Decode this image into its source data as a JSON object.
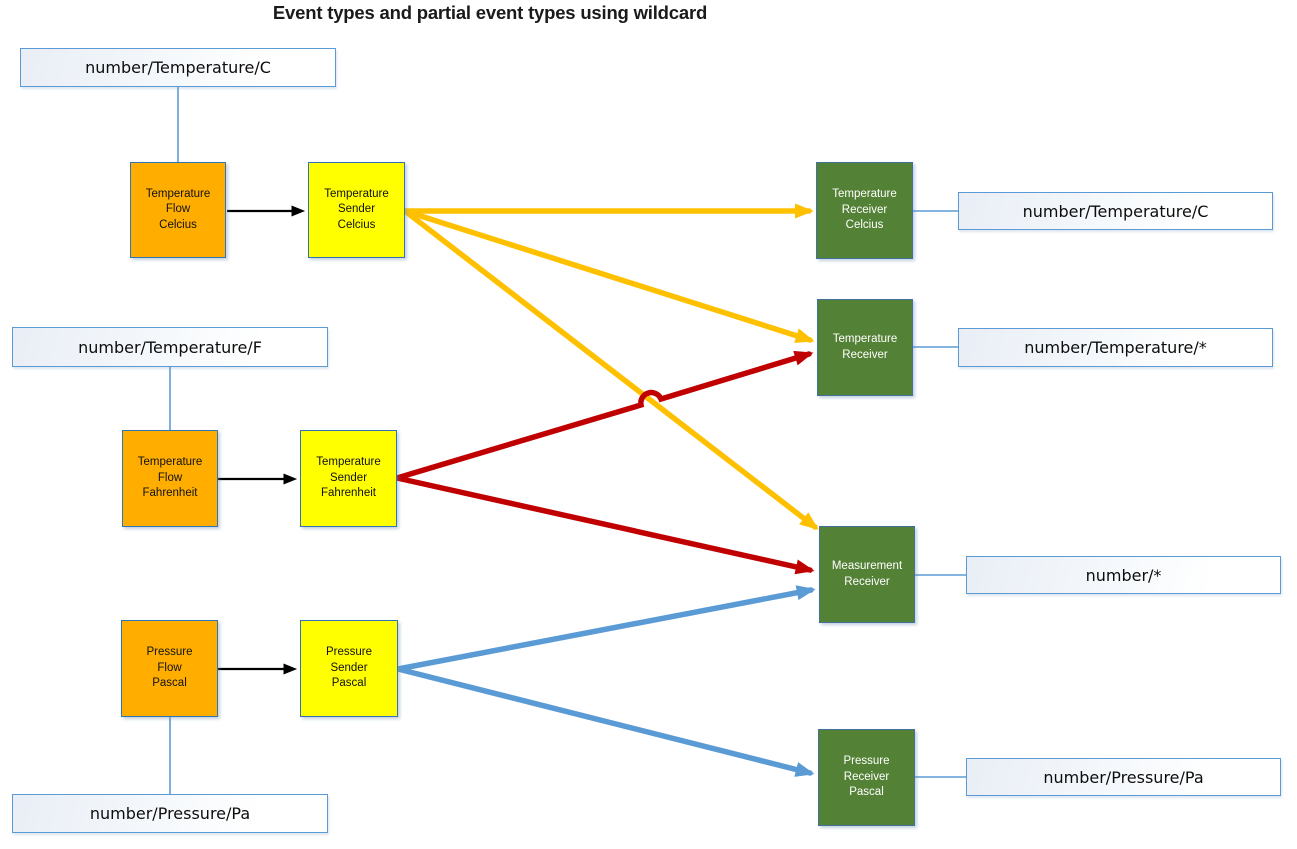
{
  "title": "Event types and partial event types using wildcard",
  "colors": {
    "flow_fill": "#FFAE00",
    "sender_fill": "#FFFF00",
    "receiver_fill": "#538135",
    "node_border": "#2E75B6",
    "receiver_border": "#41719C",
    "label_border": "#5B9BD5",
    "connector_blue": "#5B9BD5",
    "arrow_black": "#000000",
    "arrow_amber": "#FFC000",
    "arrow_red": "#C00000",
    "arrow_blue": "#5B9BD5"
  },
  "nodes": {
    "flow_celsius": "Temperature\nFlow\nCelcius",
    "flow_fahrenheit": "Temperature\nFlow\nFahrenheit",
    "flow_pascal": "Pressure\nFlow\nPascal",
    "sender_celsius": "Temperature\nSender\nCelcius",
    "sender_fahrenheit": "Temperature\nSender\nFahrenheit",
    "sender_pascal": "Pressure\nSender\nPascal",
    "receiver_celsius": "Temperature\nReceiver\nCelcius",
    "receiver_temperature": "Temperature\nReceiver",
    "receiver_measurement": "Measurement\nReceiver",
    "receiver_pascal": "Pressure\nReceiver\nPascal"
  },
  "event_type_labels": {
    "temp_c_left": "number/Temperature/C",
    "temp_f_left": "number/Temperature/F",
    "pressure_left": "number/Pressure/Pa",
    "temp_c_right": "number/Temperature/C",
    "temp_wildcard_right": "number/Temperature/*",
    "number_wildcard_right": "number/*",
    "pressure_right": "number/Pressure/Pa"
  },
  "edges": [
    {
      "from": "temperature-flow-celcius",
      "to": "temperature-sender-celcius",
      "color": "black"
    },
    {
      "from": "temperature-flow-fahrenheit",
      "to": "temperature-sender-fahrenheit",
      "color": "black"
    },
    {
      "from": "pressure-flow-pascal",
      "to": "pressure-sender-pascal",
      "color": "black"
    },
    {
      "from": "temperature-sender-celcius",
      "to": "temperature-receiver-celcius",
      "color": "amber"
    },
    {
      "from": "temperature-sender-celcius",
      "to": "temperature-receiver",
      "color": "amber"
    },
    {
      "from": "temperature-sender-celcius",
      "to": "measurement-receiver",
      "color": "amber"
    },
    {
      "from": "temperature-sender-fahrenheit",
      "to": "temperature-receiver",
      "color": "red"
    },
    {
      "from": "temperature-sender-fahrenheit",
      "to": "measurement-receiver",
      "color": "red"
    },
    {
      "from": "pressure-sender-pascal",
      "to": "measurement-receiver",
      "color": "blue"
    },
    {
      "from": "pressure-sender-pascal",
      "to": "pressure-receiver-pascal",
      "color": "blue"
    },
    {
      "from": "label-number-temperature-c-left",
      "to": "temperature-flow-celcius",
      "color": "connector"
    },
    {
      "from": "label-number-temperature-f-left",
      "to": "temperature-flow-fahrenheit",
      "color": "connector"
    },
    {
      "from": "pressure-flow-pascal",
      "to": "label-number-pressure-pa-left",
      "color": "connector"
    },
    {
      "from": "temperature-receiver-celcius",
      "to": "label-number-temperature-c-right",
      "color": "connector"
    },
    {
      "from": "temperature-receiver",
      "to": "label-number-temperature-wildcard-right",
      "color": "connector"
    },
    {
      "from": "measurement-receiver",
      "to": "label-number-wildcard-right",
      "color": "connector"
    },
    {
      "from": "pressure-receiver-pascal",
      "to": "label-number-pressure-pa-right",
      "color": "connector"
    }
  ]
}
